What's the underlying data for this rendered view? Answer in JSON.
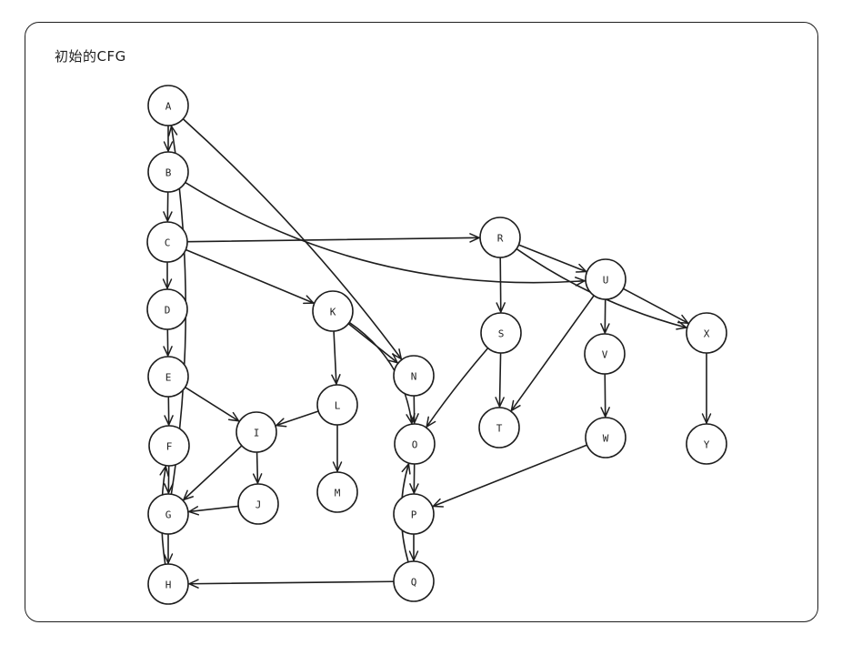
{
  "title": "初始的CFG",
  "nodes": [
    "A",
    "B",
    "C",
    "D",
    "E",
    "F",
    "G",
    "H",
    "I",
    "J",
    "K",
    "L",
    "M",
    "N",
    "O",
    "P",
    "Q",
    "R",
    "S",
    "T",
    "U",
    "V",
    "W",
    "X",
    "Y"
  ],
  "edges": [
    {
      "from": "A",
      "to": "B"
    },
    {
      "from": "A",
      "to": "N"
    },
    {
      "from": "B",
      "to": "C"
    },
    {
      "from": "B",
      "to": "U"
    },
    {
      "from": "C",
      "to": "D"
    },
    {
      "from": "C",
      "to": "K"
    },
    {
      "from": "C",
      "to": "R"
    },
    {
      "from": "D",
      "to": "E"
    },
    {
      "from": "E",
      "to": "F"
    },
    {
      "from": "E",
      "to": "I"
    },
    {
      "from": "F",
      "to": "G"
    },
    {
      "from": "G",
      "to": "A"
    },
    {
      "from": "G",
      "to": "H"
    },
    {
      "from": "H",
      "to": "F"
    },
    {
      "from": "I",
      "to": "G"
    },
    {
      "from": "I",
      "to": "J"
    },
    {
      "from": "J",
      "to": "G"
    },
    {
      "from": "K",
      "to": "L"
    },
    {
      "from": "K",
      "to": "N"
    },
    {
      "from": "K",
      "to": "O"
    },
    {
      "from": "L",
      "to": "I"
    },
    {
      "from": "L",
      "to": "M"
    },
    {
      "from": "N",
      "to": "O"
    },
    {
      "from": "O",
      "to": "P"
    },
    {
      "from": "P",
      "to": "Q"
    },
    {
      "from": "Q",
      "to": "H"
    },
    {
      "from": "Q",
      "to": "O"
    },
    {
      "from": "R",
      "to": "S"
    },
    {
      "from": "R",
      "to": "U"
    },
    {
      "from": "R",
      "to": "X"
    },
    {
      "from": "S",
      "to": "T"
    },
    {
      "from": "S",
      "to": "O"
    },
    {
      "from": "U",
      "to": "V"
    },
    {
      "from": "U",
      "to": "T"
    },
    {
      "from": "U",
      "to": "X"
    },
    {
      "from": "V",
      "to": "W"
    },
    {
      "from": "W",
      "to": "P"
    },
    {
      "from": "X",
      "to": "Y"
    }
  ]
}
